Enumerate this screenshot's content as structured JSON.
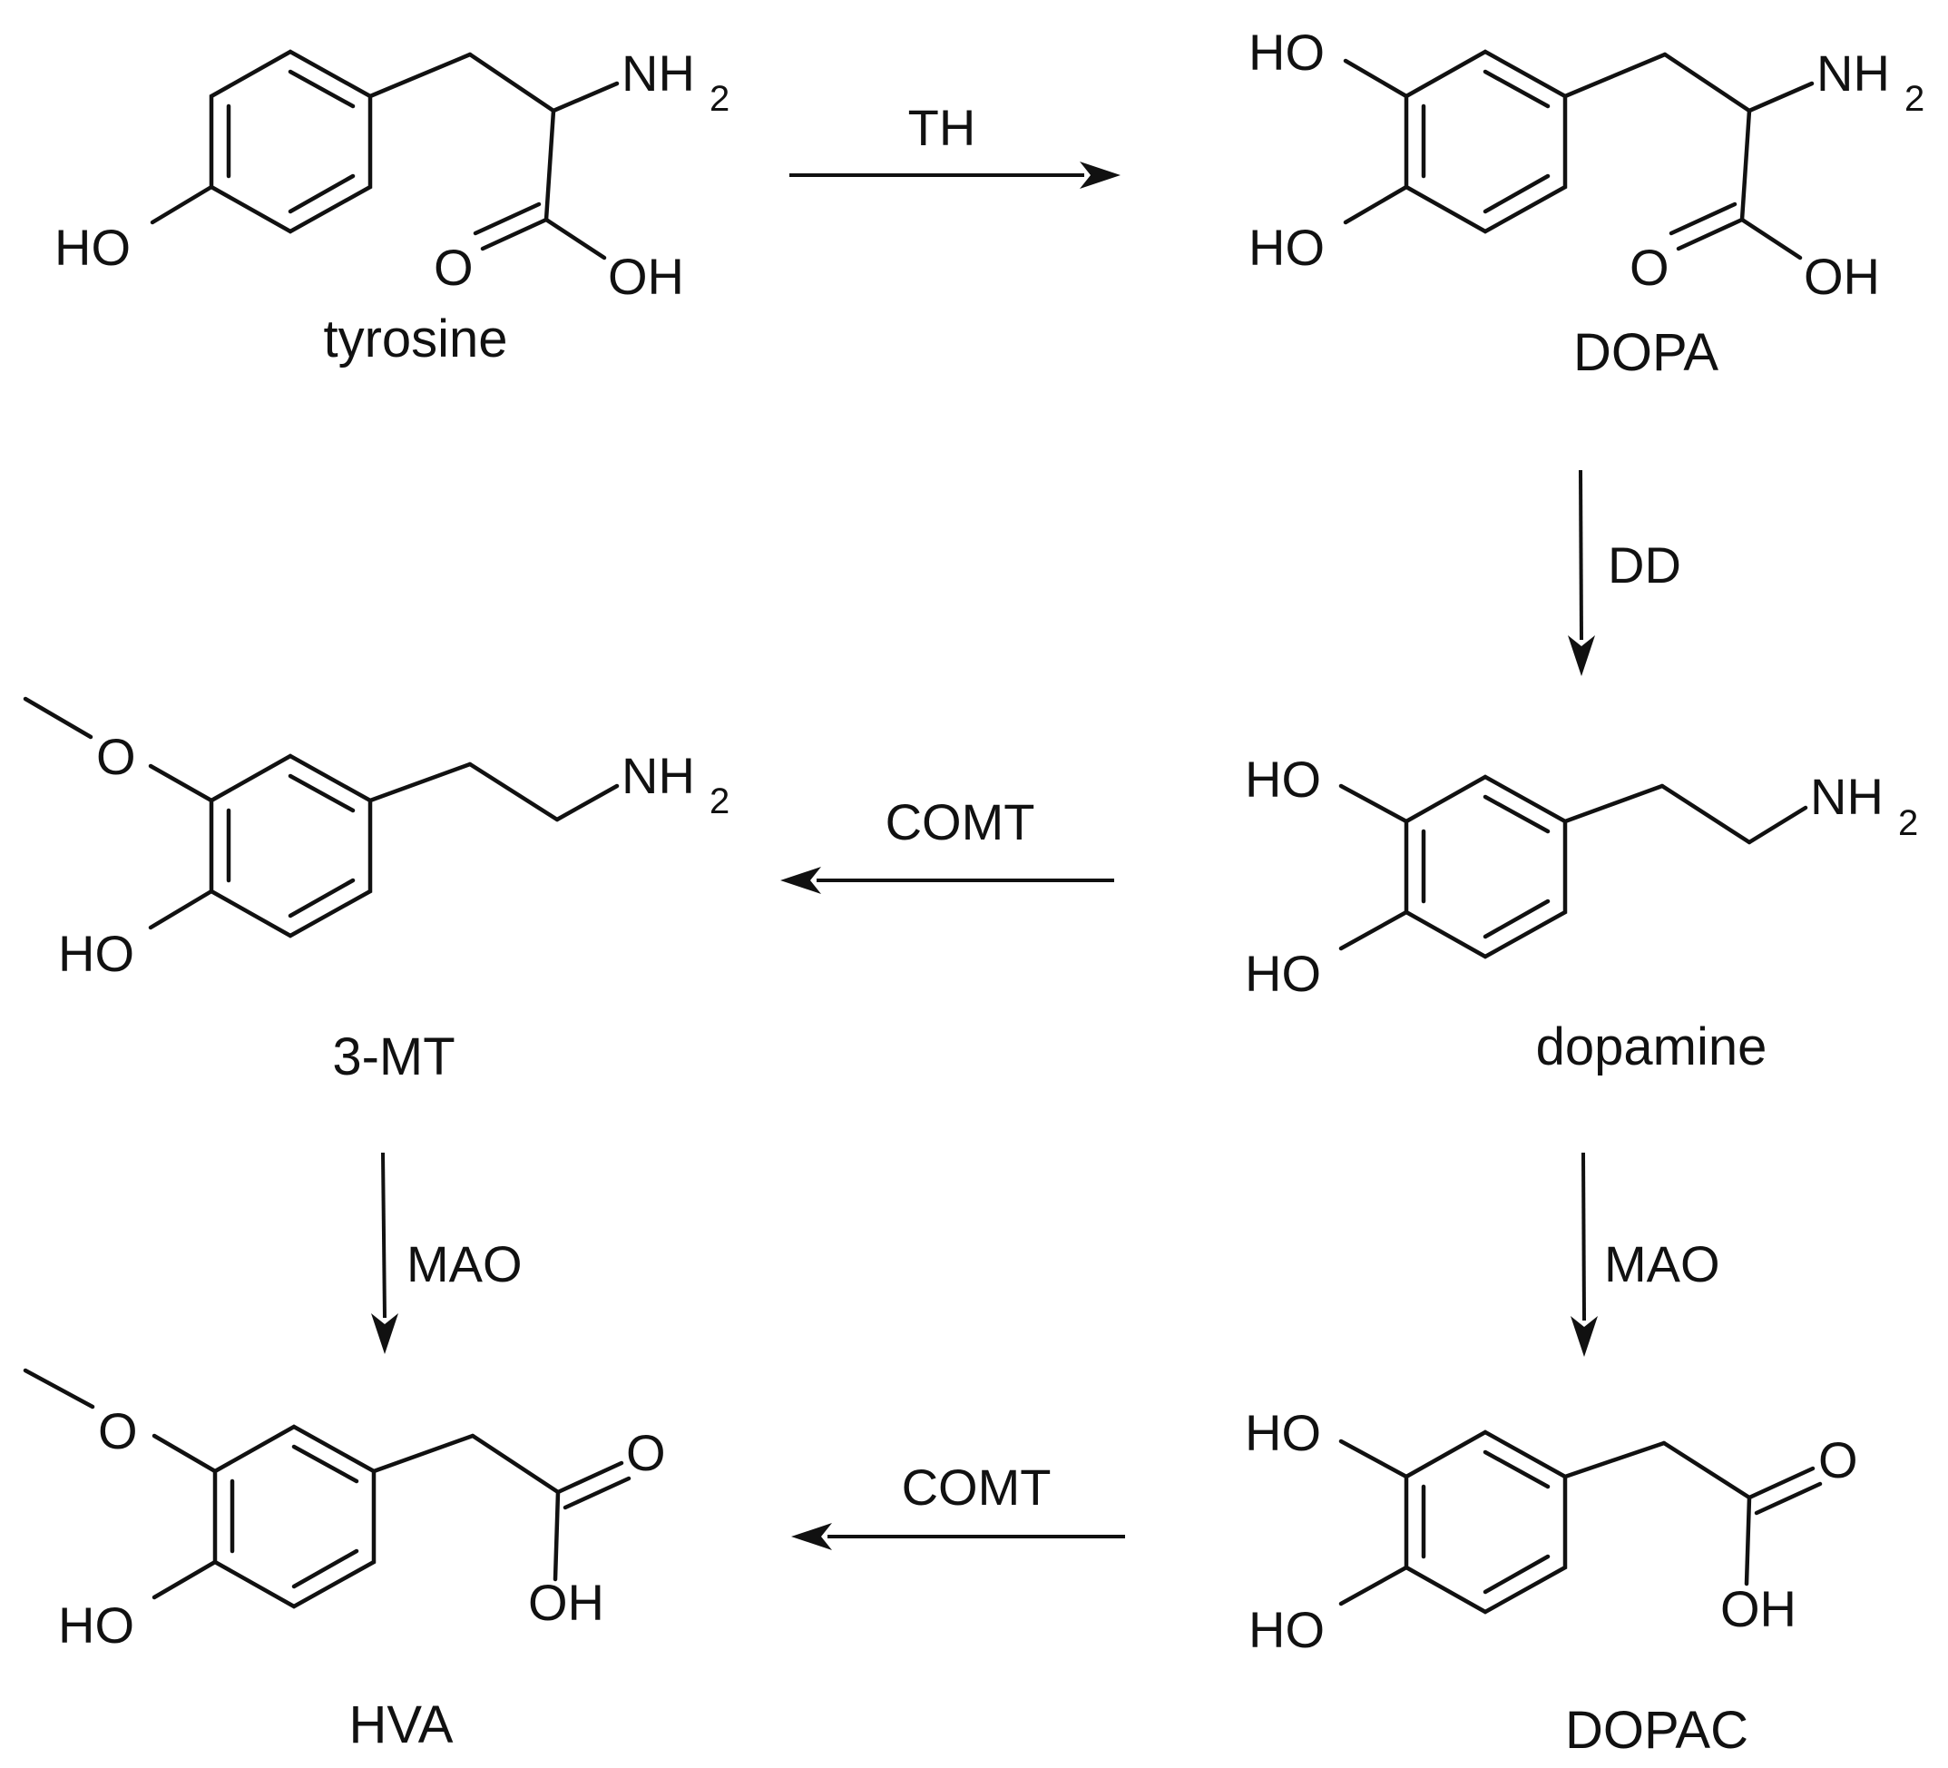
{
  "compounds": {
    "tyrosine": {
      "name": "tyrosine",
      "labels": {
        "ho": "HO",
        "nh": "NH",
        "sub2": "2",
        "o": "O",
        "oh": "OH"
      }
    },
    "dopa": {
      "name": "DOPA",
      "labels": {
        "ho_top": "HO",
        "ho_bottom": "HO",
        "nh": "NH",
        "sub2": "2",
        "o": "O",
        "oh": "OH"
      }
    },
    "dopamine": {
      "name": "dopamine",
      "labels": {
        "ho_top": "HO",
        "ho_bottom": "HO",
        "nh": "NH",
        "sub2": "2"
      }
    },
    "mt3": {
      "name": "3-MT",
      "labels": {
        "o_methoxy": "O",
        "ho": "HO",
        "nh": "NH",
        "sub2": "2"
      }
    },
    "hva": {
      "name": "HVA",
      "labels": {
        "o_methoxy": "O",
        "ho": "HO",
        "o": "O",
        "oh": "OH"
      }
    },
    "dopac": {
      "name": "DOPAC",
      "labels": {
        "ho_top": "HO",
        "ho_bottom": "HO",
        "o": "O",
        "oh": "OH"
      }
    }
  },
  "reactions": [
    {
      "id": "tyrosine_to_dopa",
      "enzyme": "TH",
      "from": "tyrosine",
      "to": "DOPA"
    },
    {
      "id": "dopa_to_dopamine",
      "enzyme": "DD",
      "from": "DOPA",
      "to": "dopamine"
    },
    {
      "id": "dopamine_to_3mt",
      "enzyme": "COMT",
      "from": "dopamine",
      "to": "3-MT"
    },
    {
      "id": "dopamine_to_dopac",
      "enzyme": "MAO",
      "from": "dopamine",
      "to": "DOPAC"
    },
    {
      "id": "3mt_to_hva",
      "enzyme": "MAO",
      "from": "3-MT",
      "to": "HVA"
    },
    {
      "id": "dopac_to_hva",
      "enzyme": "COMT",
      "from": "DOPAC",
      "to": "HVA"
    }
  ]
}
